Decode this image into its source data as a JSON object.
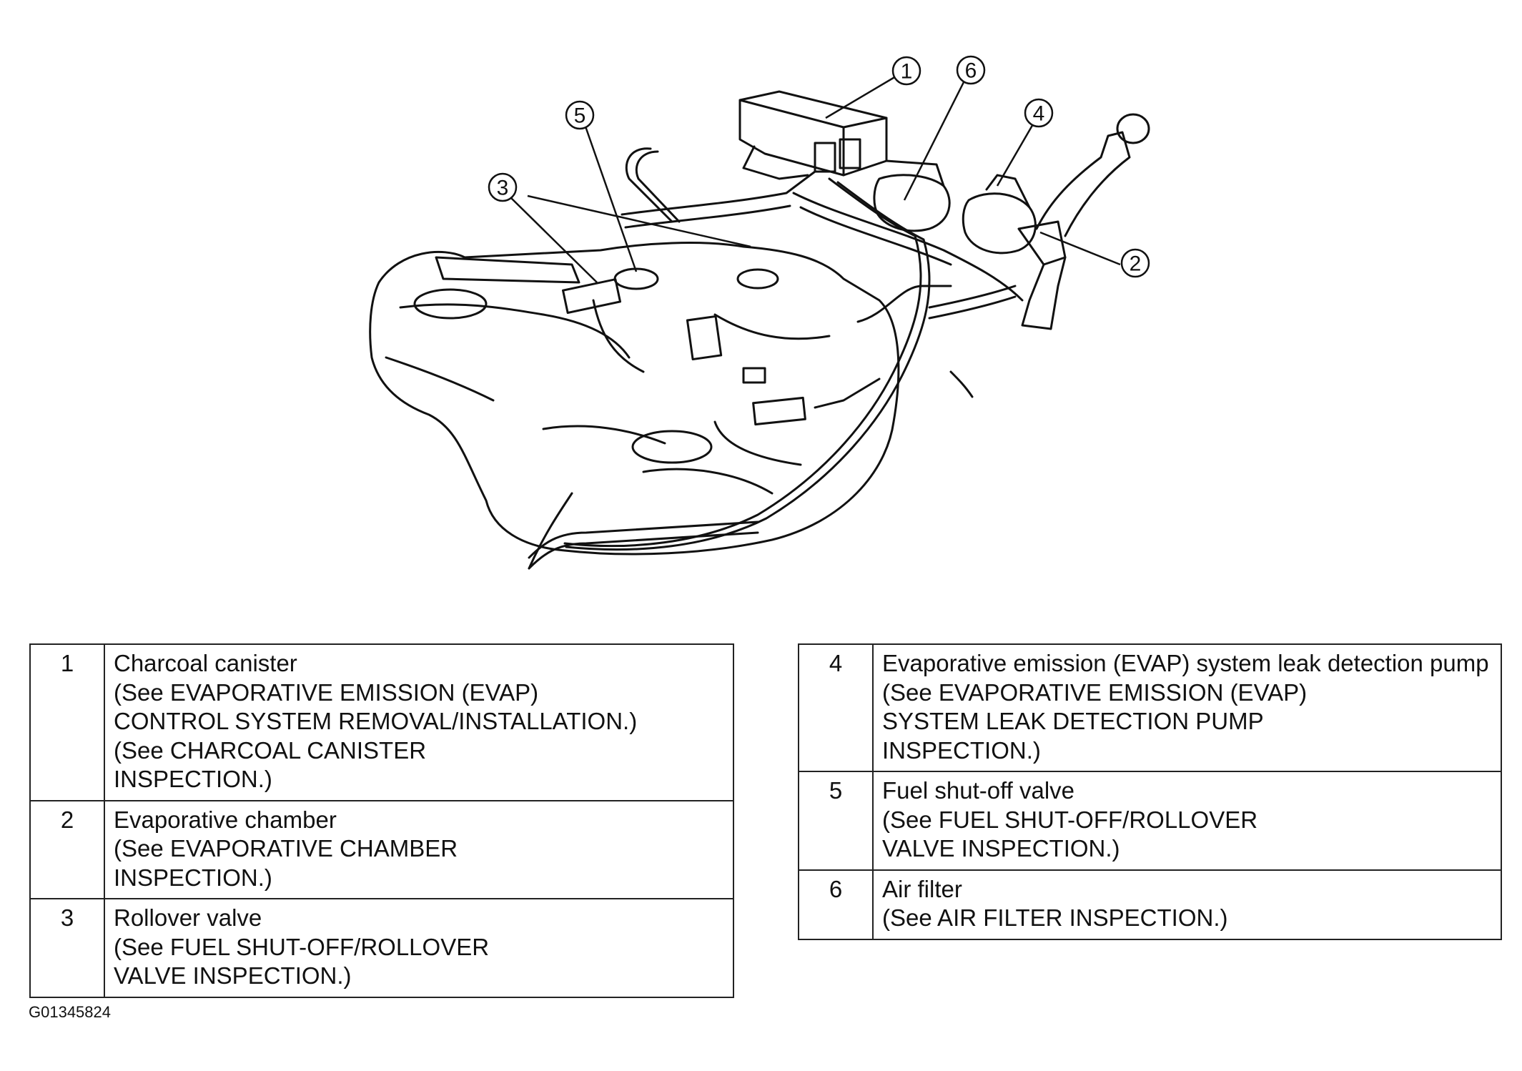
{
  "callouts": [
    "1",
    "2",
    "3",
    "4",
    "5",
    "6"
  ],
  "legend_left": [
    {
      "num": "1",
      "title": "Charcoal canister",
      "refs": "(See EVAPORATIVE EMISSION (EVAP)\nCONTROL SYSTEM REMOVAL/INSTALLATION.)\n(See CHARCOAL CANISTER\nINSPECTION.)"
    },
    {
      "num": "2",
      "title": "Evaporative chamber",
      "refs": "(See  EVAPORATIVE CHAMBER\nINSPECTION.)"
    },
    {
      "num": "3",
      "title": "Rollover valve",
      "refs": "(See FUEL SHUT-OFF/ROLLOVER\nVALVE INSPECTION.)"
    }
  ],
  "legend_right": [
    {
      "num": "4",
      "title": "Evaporative emission (EVAP) system leak detection pump",
      "refs": "(See  EVAPORATIVE EMISSION (EVAP)\nSYSTEM LEAK DETECTION PUMP\nINSPECTION.)"
    },
    {
      "num": "5",
      "title": "Fuel shut-off valve",
      "refs": "(See FUEL SHUT-OFF/ROLLOVER\nVALVE INSPECTION.)"
    },
    {
      "num": "6",
      "title": "Air filter",
      "refs": "(See AIR FILTER INSPECTION.)"
    }
  ],
  "figure_code": "G01345824"
}
